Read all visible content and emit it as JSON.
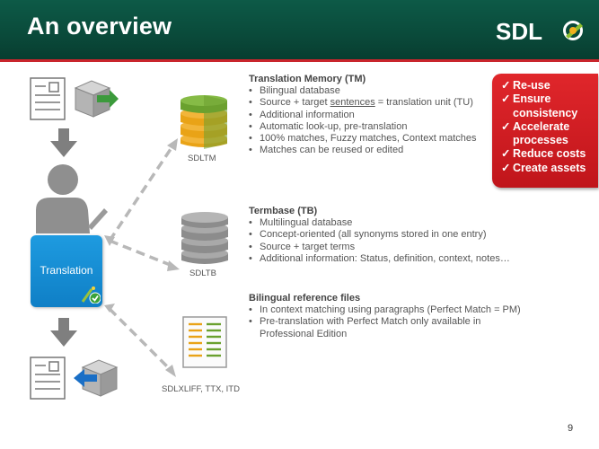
{
  "header": {
    "title": "An overview",
    "logo_text": "SDL"
  },
  "tm": {
    "title": "Translation Memory (TM)",
    "bullets": [
      "Bilingual database",
      "Source + target ",
      "Additional information",
      "Automatic look-up, pre-translation",
      "100% matches, Fuzzy matches, Context matches",
      "Matches can be reused or edited"
    ],
    "bullet2_underlined": "sentences",
    "bullet2_tail": " = translation unit (TU)",
    "db_label": "SDLTM"
  },
  "tb": {
    "title": "Termbase (TB)",
    "bullets": [
      "Multilingual database",
      "Concept-oriented (all synonyms stored in one entry)",
      "Source + target terms",
      "Additional information: Status, definition, context, notes…"
    ],
    "db_label": "SDLTB"
  },
  "brf": {
    "title": "Bilingual reference files",
    "bullets": [
      "In context matching using paragraphs (Perfect Match = PM)",
      "Pre-translation with Perfect Match only available in Professional Edition"
    ],
    "file_label": "SDLXLIFF, TTX, ITD"
  },
  "benefits": {
    "check": "✓",
    "items": [
      "Re-use",
      "Ensure consistency",
      "Accelerate processes",
      "Reduce costs",
      "Create assets"
    ]
  },
  "translation_label": "Translation",
  "page_number": "9",
  "colors": {
    "header": "#0a4a3a",
    "accent_red": "#d01c22",
    "translation_blue": "#1589d2",
    "db_gold": "#e9a317",
    "db_green": "#6aa12e"
  }
}
